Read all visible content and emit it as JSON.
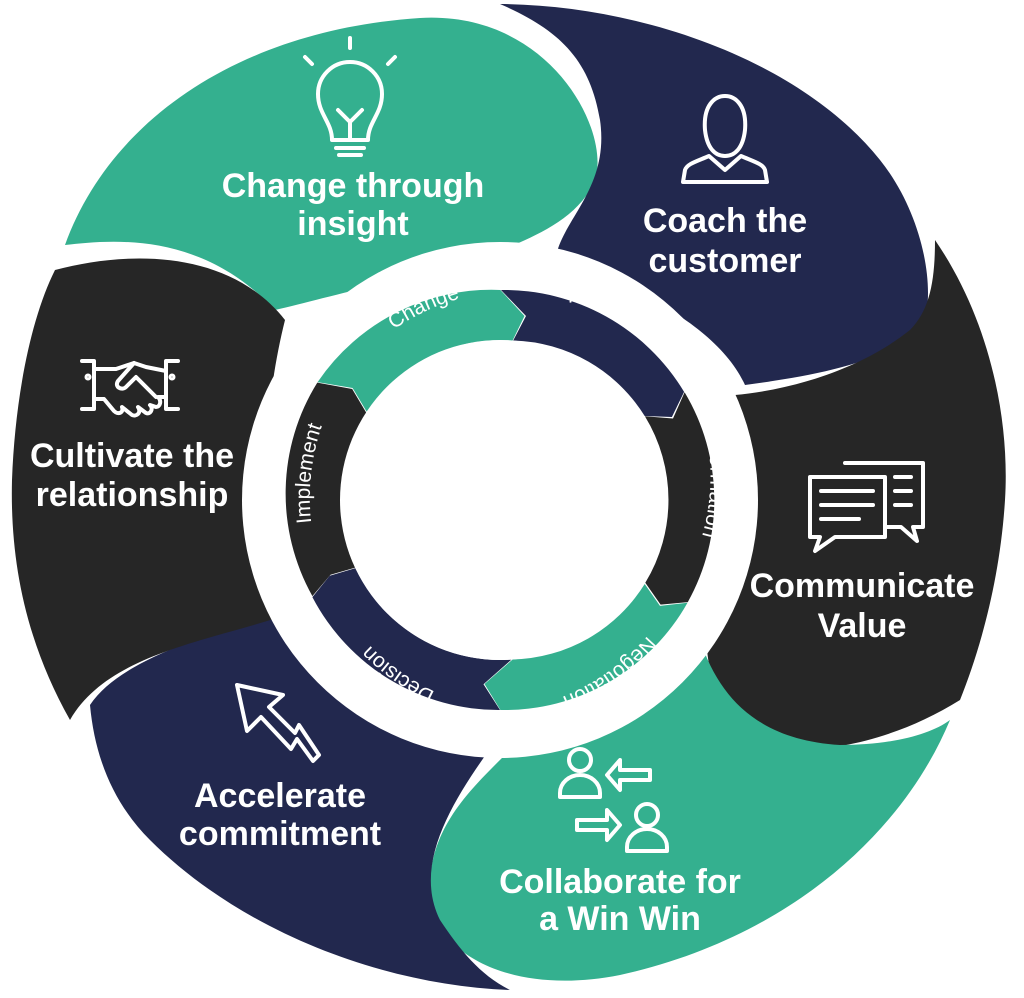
{
  "segments": [
    {
      "line1": "Change through",
      "line2": "insight",
      "icon": "lightbulb-icon",
      "color": "#34b08f"
    },
    {
      "line1": "Coach the",
      "line2": "customer",
      "icon": "person-icon",
      "color": "#22284e"
    },
    {
      "line1": "Communicate",
      "line2": "Value",
      "icon": "chat-bubbles-icon",
      "color": "#262626"
    },
    {
      "line1": "Collaborate for",
      "line2": "a Win Win",
      "icon": "exchange-people-icon",
      "color": "#34b08f"
    },
    {
      "line1": "Accelerate",
      "line2": "commitment",
      "icon": "trend-arrow-icon",
      "color": "#22284e"
    },
    {
      "line1": "Cultivate the",
      "line2": "relationship",
      "icon": "handshake-icon",
      "color": "#262626"
    }
  ],
  "inner_steps": [
    {
      "label": "Change",
      "color": "#34b08f"
    },
    {
      "label": "Specification",
      "color": "#22284e"
    },
    {
      "label": "Information",
      "color": "#262626"
    },
    {
      "label": "Negotiation",
      "color": "#34b08f"
    },
    {
      "label": "Decision",
      "color": "#22284e"
    },
    {
      "label": "Implement",
      "color": "#262626"
    }
  ]
}
